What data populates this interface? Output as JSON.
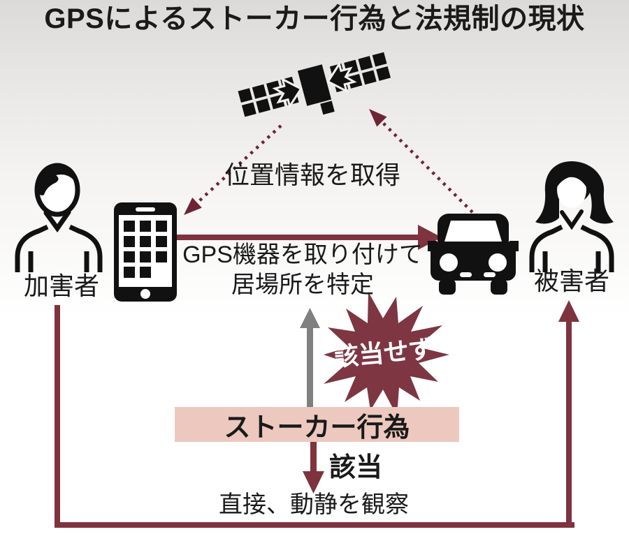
{
  "title": "GPSによるストーカー行為と法規制の現状",
  "labels": {
    "acquire_location": "位置情報を取得",
    "perpetrator": "加害者",
    "victim": "被害者",
    "attach_gps_line1": "GPS機器を取り付けて",
    "attach_gps_line2": "居場所を特定",
    "not_applicable": "該当せず",
    "stalking_act": "ストーカー行為",
    "applicable": "該当",
    "observe_direct": "直接、動静を観察"
  },
  "icons": {
    "satellite": "gps-satellite-icon",
    "smartphone": "smartphone-icon",
    "car": "car-front-icon",
    "perpetrator": "male-person-icon",
    "victim": "female-person-icon"
  },
  "colors": {
    "maroon_solid": "#7e333e",
    "maroon_dotted": "#6e2434",
    "burst_fill": "#7d3642",
    "pink_bar": "#ecc8bf",
    "gray_arrow": "#808080",
    "icon_black": "#111111",
    "text": "#1a1a1a",
    "background_top": "#dbdad8",
    "background_bottom": "#ffffff"
  }
}
